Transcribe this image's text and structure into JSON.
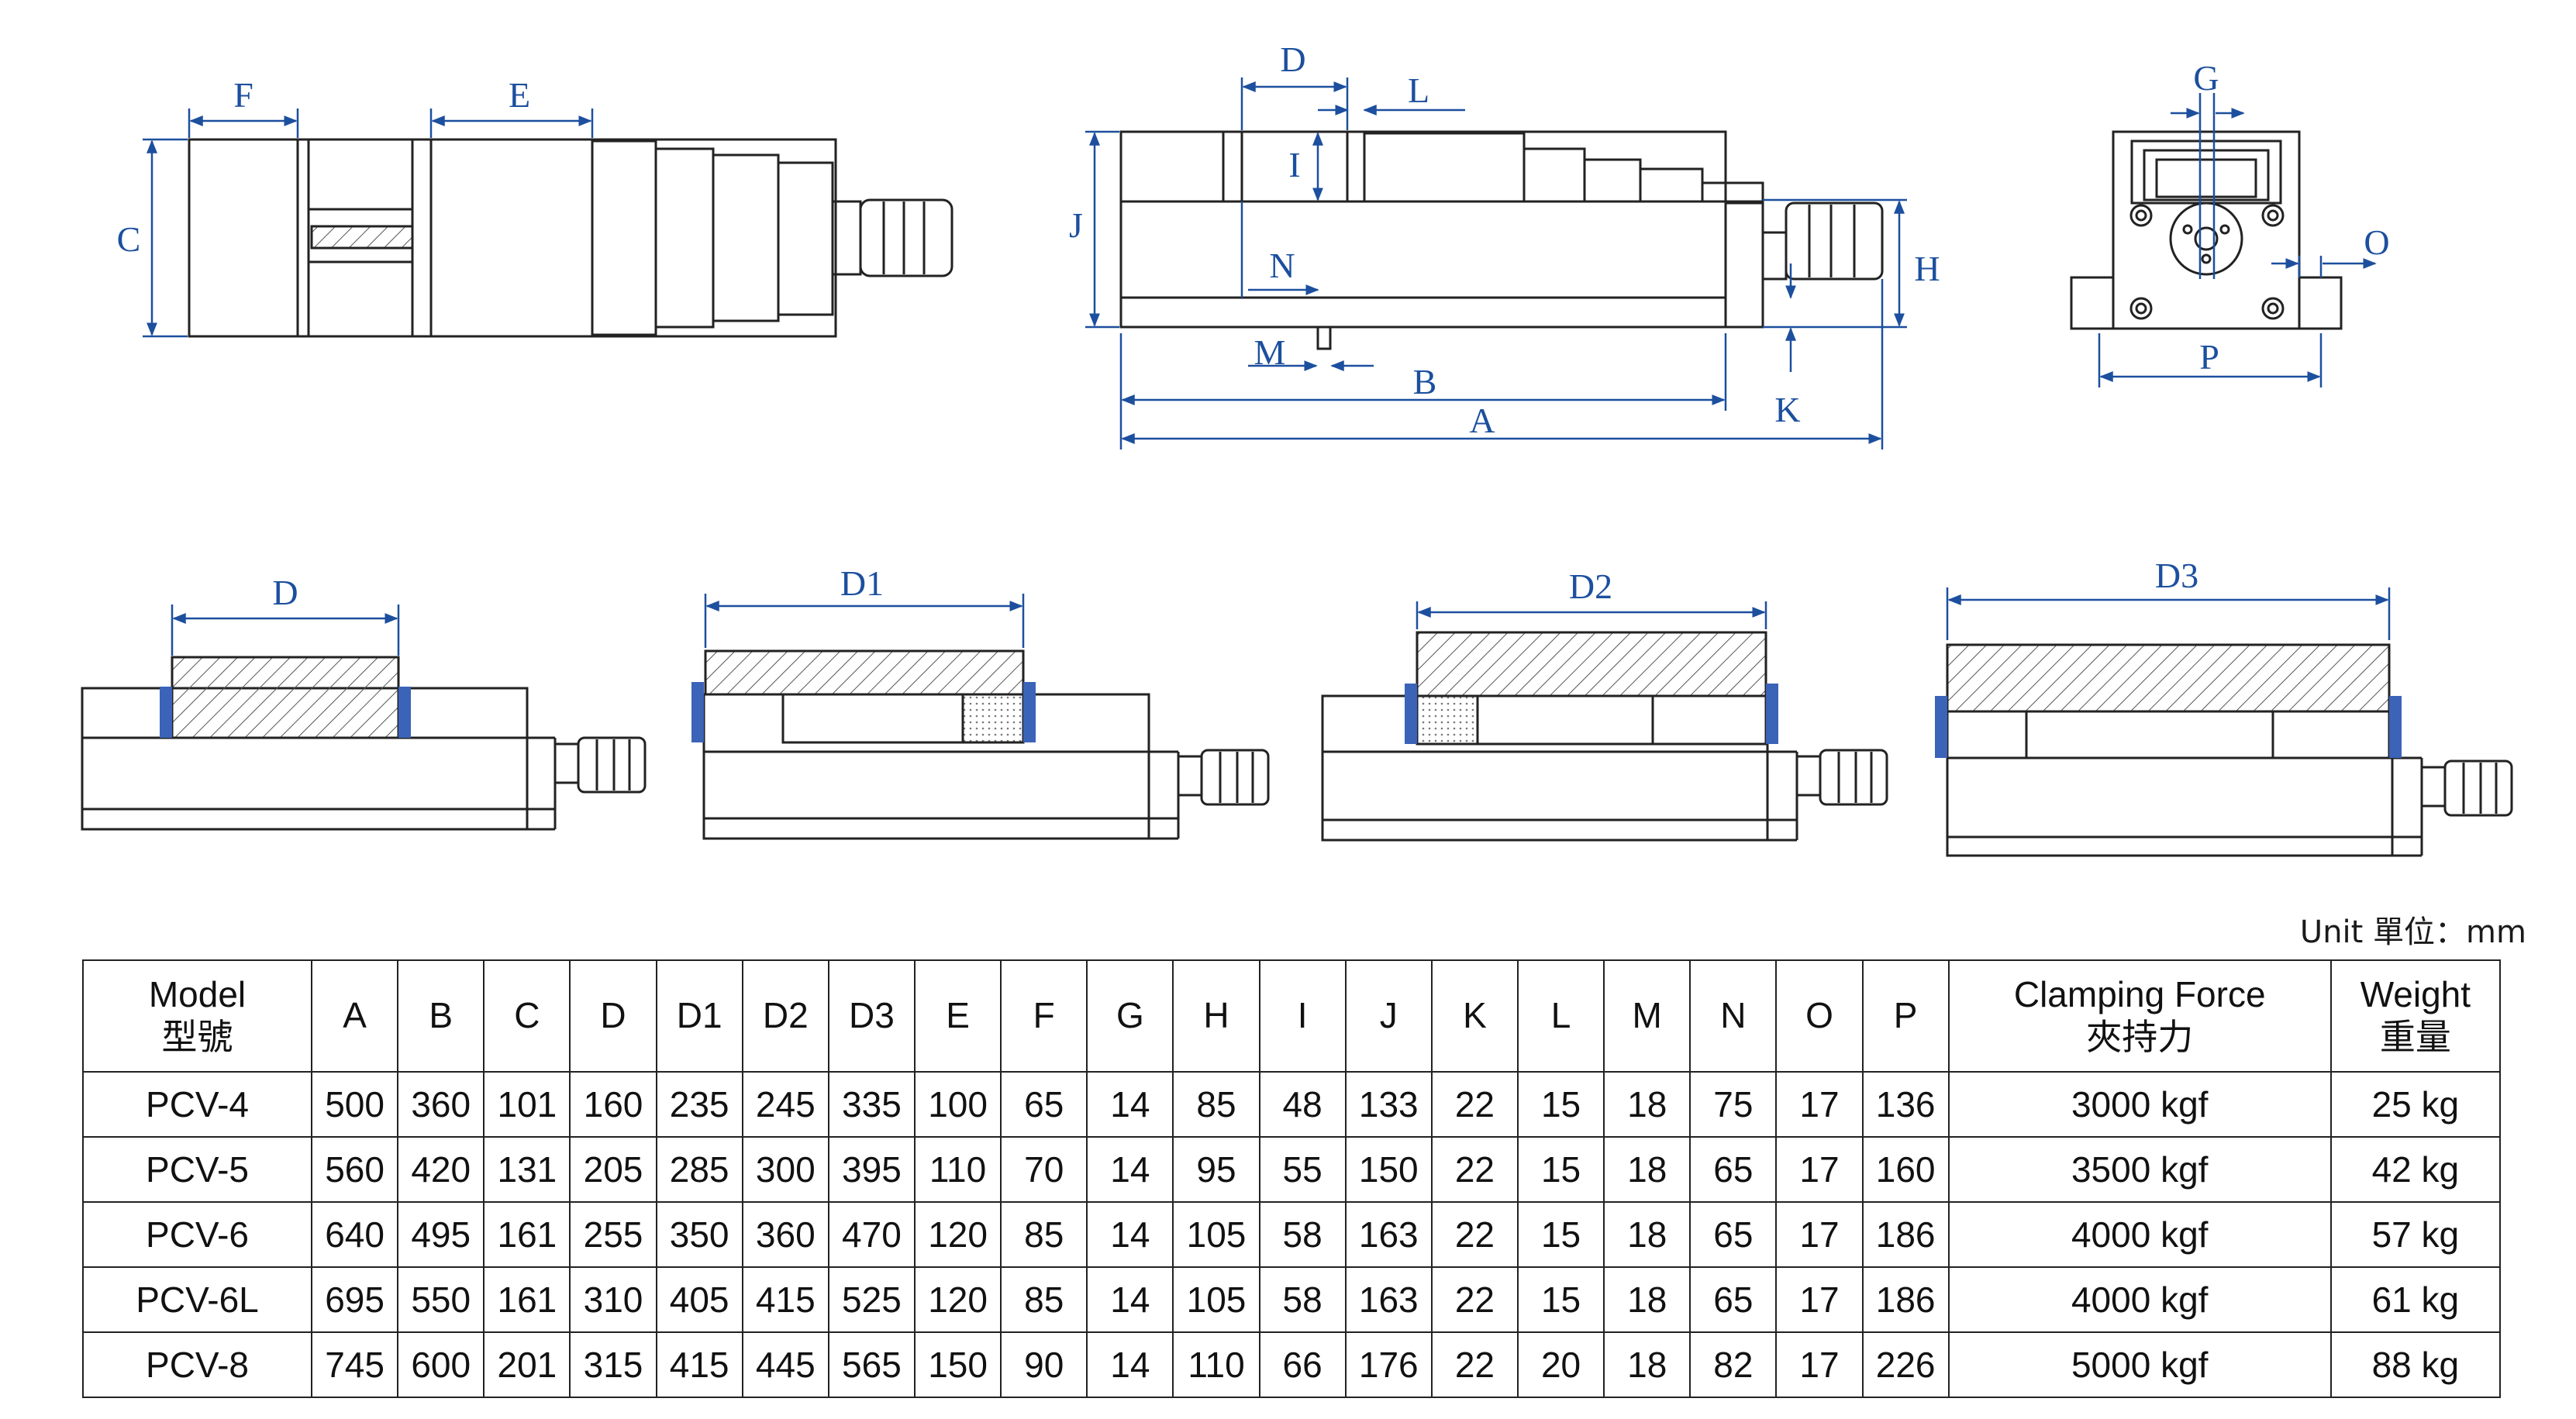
{
  "unit_label": "Unit 單位：mm",
  "dimension_labels": {
    "F": "F",
    "E": "E",
    "C": "C",
    "D": "D",
    "L": "L",
    "I": "I",
    "J": "J",
    "N": "N",
    "M": "M",
    "B": "B",
    "A": "A",
    "H": "H",
    "K": "K",
    "G": "G",
    "O": "O",
    "P": "P",
    "D1": "D1",
    "D2": "D2",
    "D3": "D3"
  },
  "colors": {
    "dimension": "#1c4f9e",
    "jaw": "#3b63b8",
    "line": "#222222"
  },
  "table": {
    "headers": [
      {
        "l1": "Model",
        "l2": "型號"
      },
      {
        "l1": "A",
        "l2": ""
      },
      {
        "l1": "B",
        "l2": ""
      },
      {
        "l1": "C",
        "l2": ""
      },
      {
        "l1": "D",
        "l2": ""
      },
      {
        "l1": "D1",
        "l2": ""
      },
      {
        "l1": "D2",
        "l2": ""
      },
      {
        "l1": "D3",
        "l2": ""
      },
      {
        "l1": "E",
        "l2": ""
      },
      {
        "l1": "F",
        "l2": ""
      },
      {
        "l1": "G",
        "l2": ""
      },
      {
        "l1": "H",
        "l2": ""
      },
      {
        "l1": "I",
        "l2": ""
      },
      {
        "l1": "J",
        "l2": ""
      },
      {
        "l1": "K",
        "l2": ""
      },
      {
        "l1": "L",
        "l2": ""
      },
      {
        "l1": "M",
        "l2": ""
      },
      {
        "l1": "N",
        "l2": ""
      },
      {
        "l1": "O",
        "l2": ""
      },
      {
        "l1": "P",
        "l2": ""
      },
      {
        "l1": "Clamping Force",
        "l2": "夾持力"
      },
      {
        "l1": "Weight",
        "l2": "重量"
      }
    ],
    "rows": [
      [
        "PCV-4",
        "500",
        "360",
        "101",
        "160",
        "235",
        "245",
        "335",
        "100",
        "65",
        "14",
        "85",
        "48",
        "133",
        "22",
        "15",
        "18",
        "75",
        "17",
        "136",
        "3000 kgf",
        "25 kg"
      ],
      [
        "PCV-5",
        "560",
        "420",
        "131",
        "205",
        "285",
        "300",
        "395",
        "110",
        "70",
        "14",
        "95",
        "55",
        "150",
        "22",
        "15",
        "18",
        "65",
        "17",
        "160",
        "3500 kgf",
        "42 kg"
      ],
      [
        "PCV-6",
        "640",
        "495",
        "161",
        "255",
        "350",
        "360",
        "470",
        "120",
        "85",
        "14",
        "105",
        "58",
        "163",
        "22",
        "15",
        "18",
        "65",
        "17",
        "186",
        "4000 kgf",
        "57 kg"
      ],
      [
        "PCV-6L",
        "695",
        "550",
        "161",
        "310",
        "405",
        "415",
        "525",
        "120",
        "85",
        "14",
        "105",
        "58",
        "163",
        "22",
        "15",
        "18",
        "65",
        "17",
        "186",
        "4000 kgf",
        "61 kg"
      ],
      [
        "PCV-8",
        "745",
        "600",
        "201",
        "315",
        "415",
        "445",
        "565",
        "150",
        "90",
        "14",
        "110",
        "66",
        "176",
        "22",
        "20",
        "18",
        "82",
        "17",
        "226",
        "5000 kgf",
        "88 kg"
      ]
    ]
  }
}
